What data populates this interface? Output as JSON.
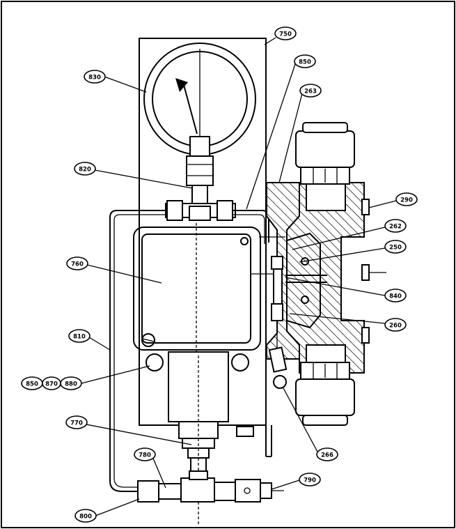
{
  "labels": {
    "l750": "750",
    "l850": "850",
    "l263": "263",
    "l830": "830",
    "l290": "290",
    "l820": "820",
    "l262": "262",
    "l250": "250",
    "l760": "760",
    "l840": "840",
    "l260": "260",
    "l810": "810",
    "l850b": "850",
    "l870": "870",
    "l880": "880",
    "l770": "770",
    "l266": "266",
    "l780": "780",
    "l790": "790",
    "l800": "800"
  }
}
